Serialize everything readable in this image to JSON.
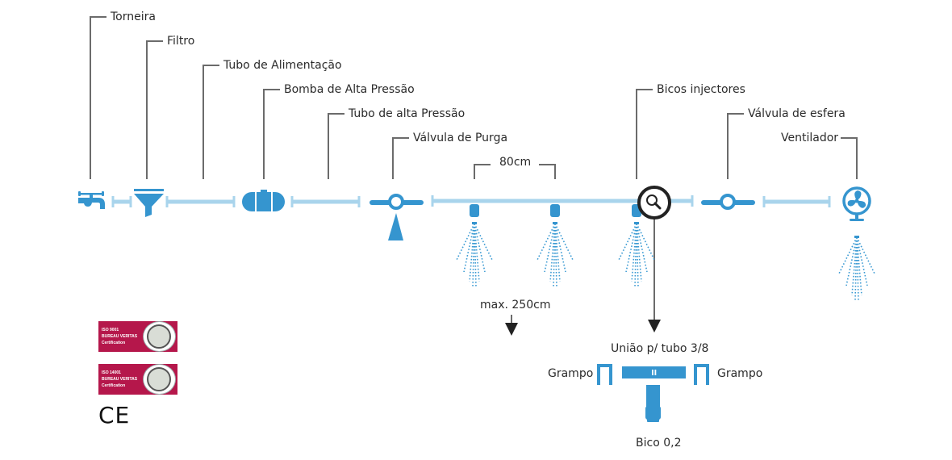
{
  "labels": {
    "torneira": "Torneira",
    "filtro": "Filtro",
    "tubo_alimentacao": "Tubo de Alimentação",
    "bomba": "Bomba de Alta Pressão",
    "tubo_alta": "Tubo de alta Pressão",
    "valvula_purga": "Válvula de Purga",
    "spacing": "80cm",
    "bicos": "Bicos injectores",
    "valvula_esfera": "Válvula de esfera",
    "ventilador": "Ventilador",
    "max_distance": "max. 250cm"
  },
  "detail": {
    "uniao": "União p/ tubo 3/8",
    "grampo_left": "Grampo",
    "grampo_right": "Grampo",
    "bico": "Bico 0,2"
  },
  "certifications": [
    {
      "standard": "ISO 9001",
      "body": "BUREAU VERITAS",
      "sub": "Certification"
    },
    {
      "standard": "ISO 14001",
      "body": "BUREAU VERITAS",
      "sub": "Certification"
    }
  ],
  "ce_mark": "CE",
  "colors": {
    "icon_blue": "#3595cf",
    "pipe_light_blue": "#a9d4ec",
    "leader_gray": "#6b6b6b",
    "cert_red": "#b5174b"
  }
}
